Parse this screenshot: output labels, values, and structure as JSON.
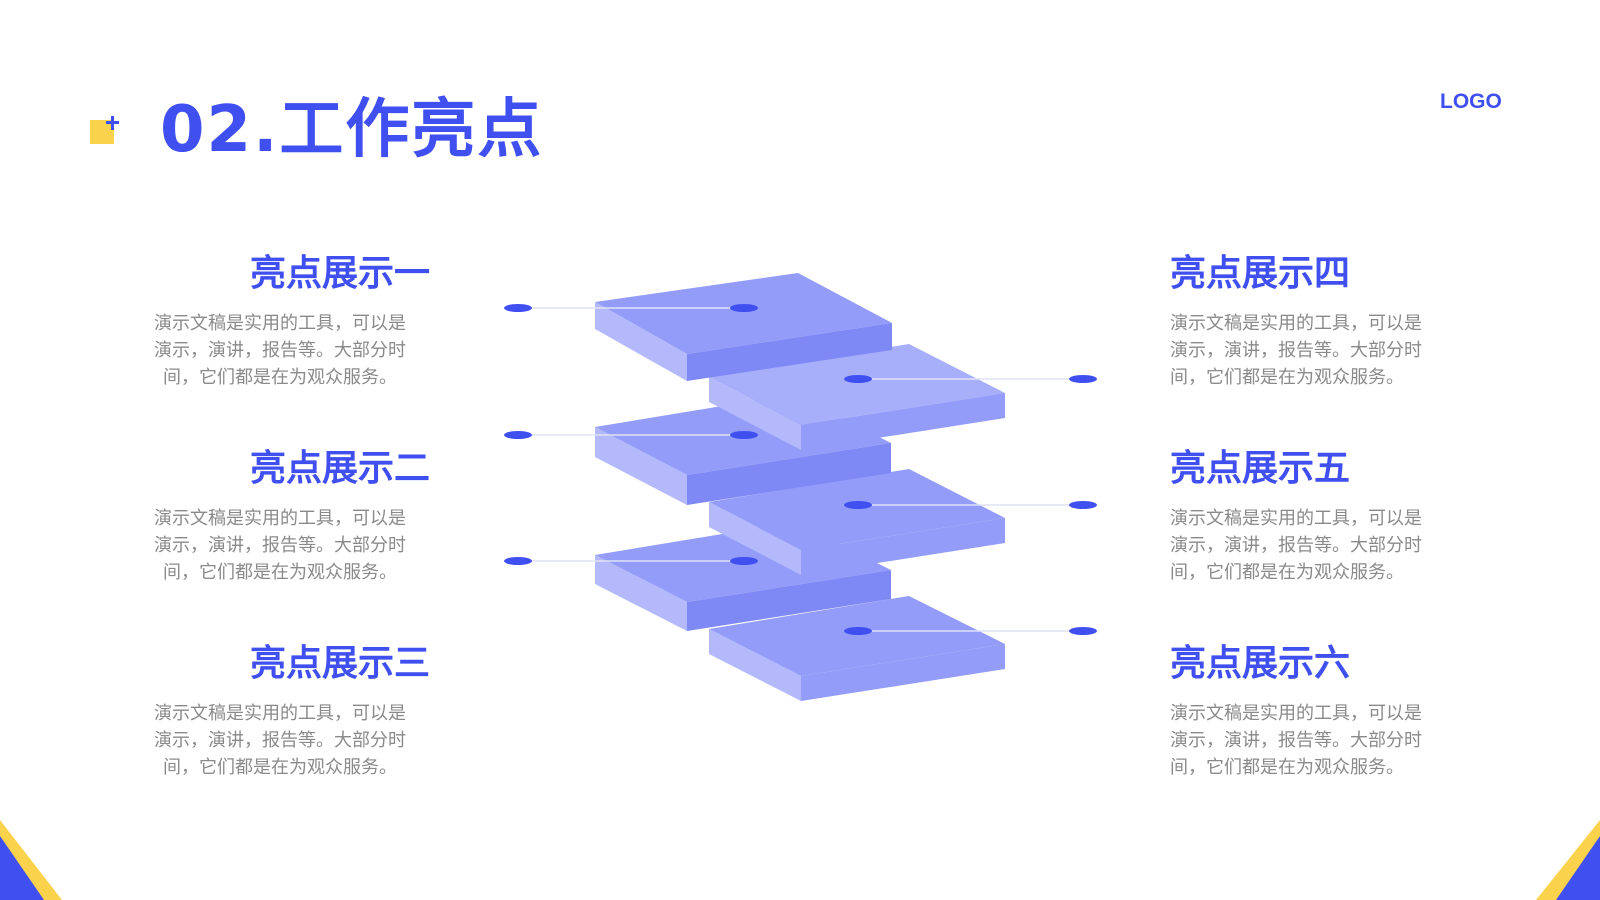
{
  "page": {
    "title": "02.工作亮点",
    "logo": "LOGO"
  },
  "colors": {
    "accent": "#3f4ff0",
    "yellow": "#fbd24b",
    "block_top": "#939cf8",
    "block_side_light": "#b3b9fb",
    "block_side_dark": "#7f89f5",
    "text_gray": "#8a8a8a"
  },
  "items": [
    {
      "title": "亮点展示一",
      "desc_lines": [
        "演示文稿是实用的工具，可以是",
        "演示，演讲，报告等。大部分时",
        "间，它们都是在为观众服务。"
      ]
    },
    {
      "title": "亮点展示二",
      "desc_lines": [
        "演示文稿是实用的工具，可以是",
        "演示，演讲，报告等。大部分时",
        "间，它们都是在为观众服务。"
      ]
    },
    {
      "title": "亮点展示三",
      "desc_lines": [
        "演示文稿是实用的工具，可以是",
        "演示，演讲，报告等。大部分时",
        "间，它们都是在为观众服务。"
      ]
    },
    {
      "title": "亮点展示四",
      "desc_lines": [
        "演示文稿是实用的工具，可以是",
        "演示，演讲，报告等。大部分时",
        "间，它们都是在为观众服务。"
      ]
    },
    {
      "title": "亮点展示五",
      "desc_lines": [
        "演示文稿是实用的工具，可以是",
        "演示，演讲，报告等。大部分时",
        "间，它们都是在为观众服务。"
      ]
    },
    {
      "title": "亮点展示六",
      "desc_lines": [
        "演示文稿是实用的工具，可以是",
        "演示，演讲，报告等。大部分时",
        "间，它们都是在为观众服务。"
      ]
    }
  ]
}
